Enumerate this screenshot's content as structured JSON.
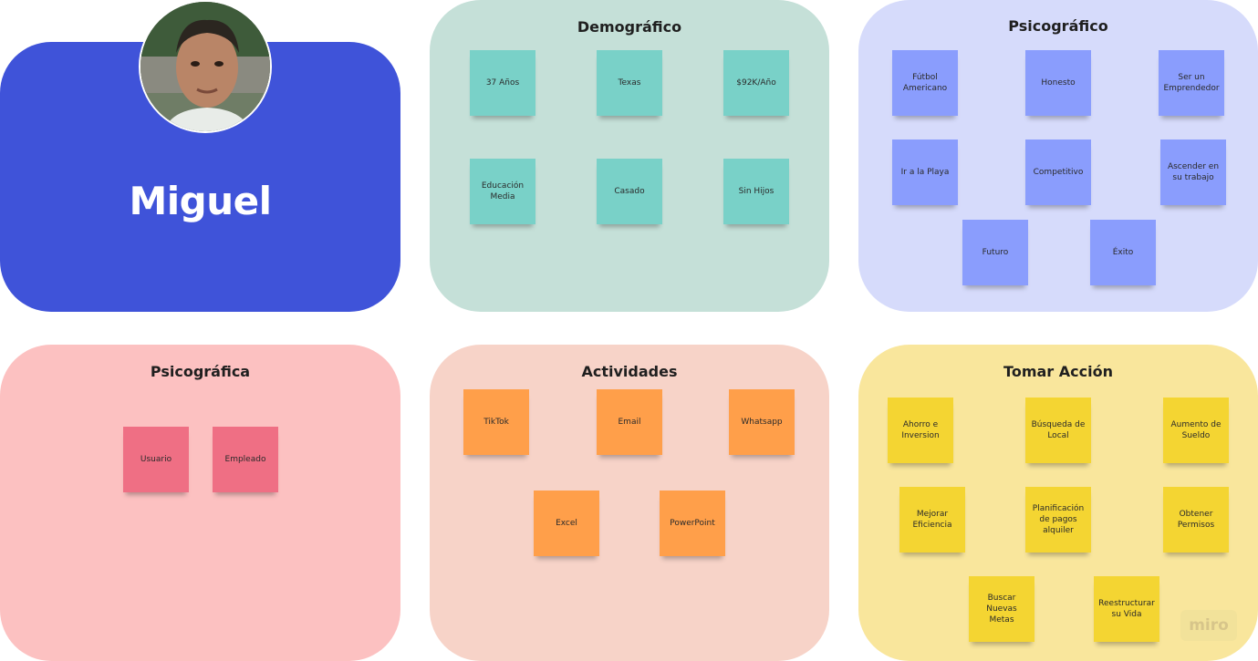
{
  "persona": {
    "name": "Miguel"
  },
  "demografico": {
    "title": "Demográfico",
    "notes": [
      "37 Años",
      "Texas",
      "$92K/Año",
      "Educación\nMedia",
      "Casado",
      "Sin Hijos"
    ]
  },
  "psicografico": {
    "title": "Psicográfico",
    "notes": [
      "Fútbol\nAmericano",
      "Honesto",
      "Ser un\nEmprendedor",
      "Ir a la Playa",
      "Competitivo",
      "Ascender en\nsu trabajo",
      "Futuro",
      "Éxito"
    ]
  },
  "psicografica": {
    "title": "Psicográfica",
    "notes": [
      "Usuario",
      "Empleado"
    ]
  },
  "actividades": {
    "title": "Actividades",
    "notes": [
      "TikTok",
      "Email",
      "Whatsapp",
      "Excel",
      "PowerPoint"
    ]
  },
  "tomar_accion": {
    "title": "Tomar Acción",
    "notes": [
      "Ahorro e\nInversion",
      "Búsqueda de\nLocal",
      "Aumento de\nSueldo",
      "Mejorar\nEficiencia",
      "Planificación\nde pagos\nalquiler",
      "Obtener\nPermisos",
      "Buscar\nNuevas\nMetas",
      "Reestructurar\nsu Vida"
    ]
  },
  "watermark": "miro",
  "colors": {
    "persona": "#3f53d9",
    "demografico_bg": "#c5e0d8",
    "psicografico_bg": "#d6dbfb",
    "psicografica_bg": "#fcc1c1",
    "actividades_bg": "#f7d3c8",
    "tomar_accion_bg": "#f9e69c",
    "teal_note": "#79d1c8",
    "blue_note": "#8a9dfd",
    "pink_note": "#ef6f84",
    "orange_note": "#ff9f4a",
    "yellow_note": "#f4d532"
  }
}
